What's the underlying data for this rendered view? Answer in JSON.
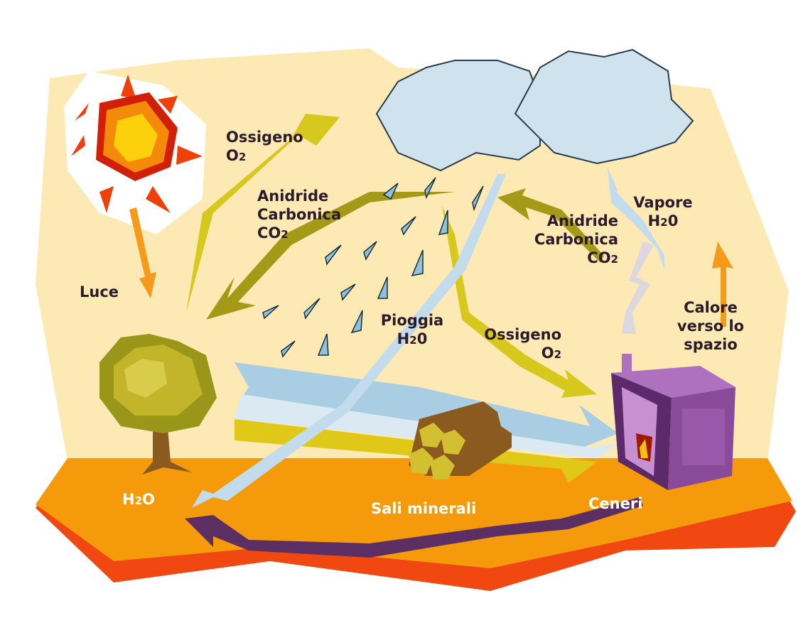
{
  "title": "Ciclo del carbonio e dell'acqua",
  "labels": {
    "oxygen_top": {
      "line1": "Ossigeno",
      "line2_pre": "O",
      "line2_sub": "2",
      "line2_post": ""
    },
    "co2_left": {
      "line1": "Anidride",
      "line2": "Carbonica",
      "line3_pre": "CO",
      "line3_sub": "2"
    },
    "light": "Luce",
    "rain": {
      "line1": "Pioggia",
      "line2_pre": "H",
      "line2_sub": "2",
      "line2_post": "0"
    },
    "oxygen_mid": {
      "line1": "Ossigeno",
      "line2_pre": "O",
      "line2_sub": "2"
    },
    "co2_right": {
      "line1": "Anidride",
      "line2": "Carbonica",
      "line3_pre": "CO",
      "line3_sub": "2"
    },
    "vapor": {
      "line1": "Vapore",
      "line2_pre": "H",
      "line2_sub": "2",
      "line2_post": "0"
    },
    "heat": {
      "line1": "Calore",
      "line2": "verso lo",
      "line3": "spazio"
    },
    "water_ground": {
      "pre": "H",
      "sub": "2",
      "post": "O"
    },
    "minerals": "Sali minerali",
    "ashes": "Ceneri"
  },
  "colors": {
    "sky": "#fce9b4",
    "ground": "#f59a0a",
    "ground_edge": "#f04810",
    "oxygen": "#d6c81c",
    "co2": "#a59a18",
    "water": "#c2dced",
    "ash_arrow": "#5c2f63",
    "light_arrow": "#f59a1a",
    "house": "#8a4a9a"
  }
}
